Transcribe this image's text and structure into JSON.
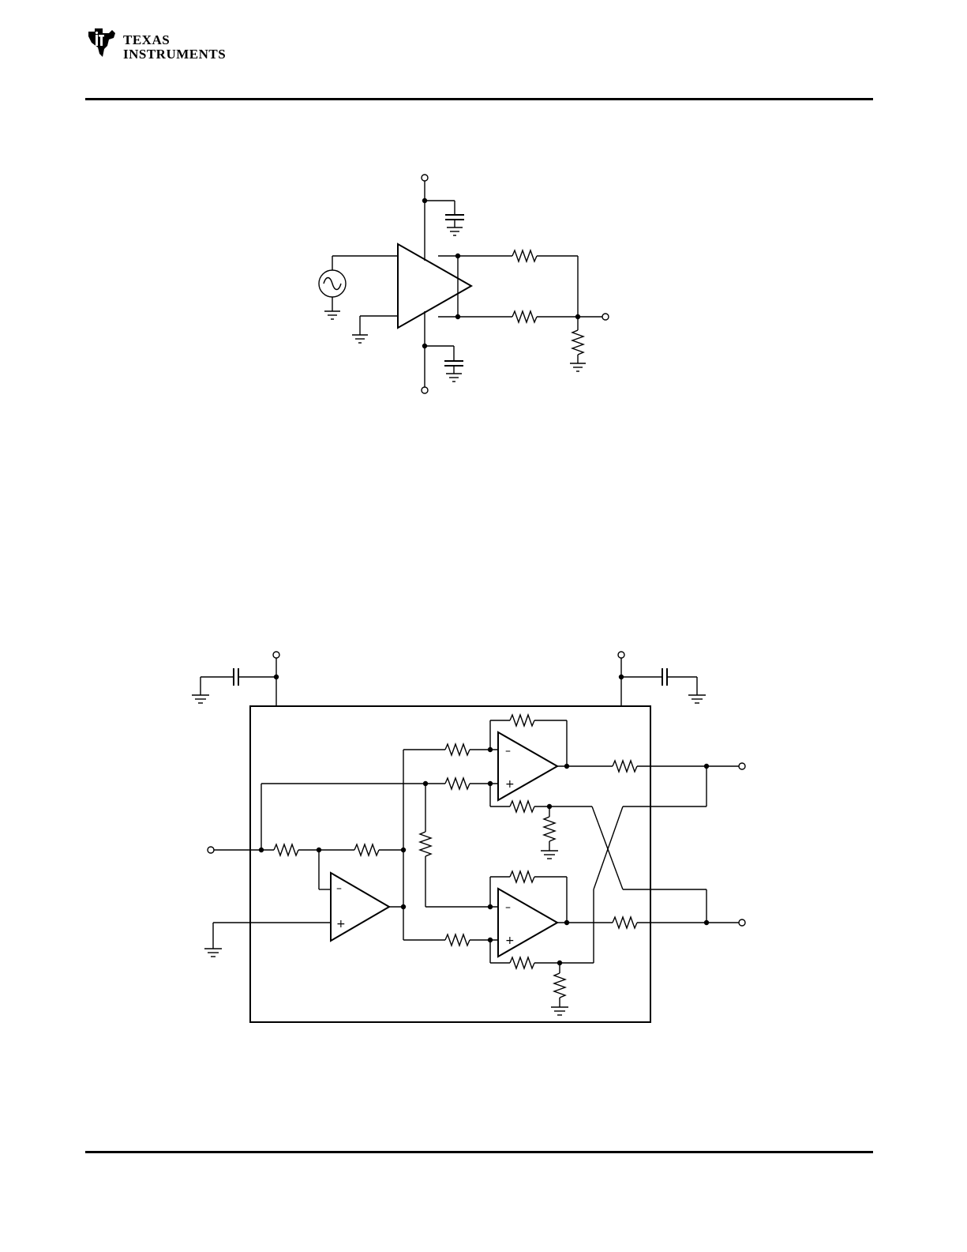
{
  "header": {
    "logo_line1": "Texas",
    "logo_line2": "Instruments"
  },
  "figure1": {
    "symbols": [
      "sine-source",
      "amplifier",
      "capacitor",
      "resistor",
      "ground",
      "terminal"
    ]
  },
  "figure2": {
    "opamp_signs": {
      "minus": "–",
      "plus": "+"
    }
  }
}
